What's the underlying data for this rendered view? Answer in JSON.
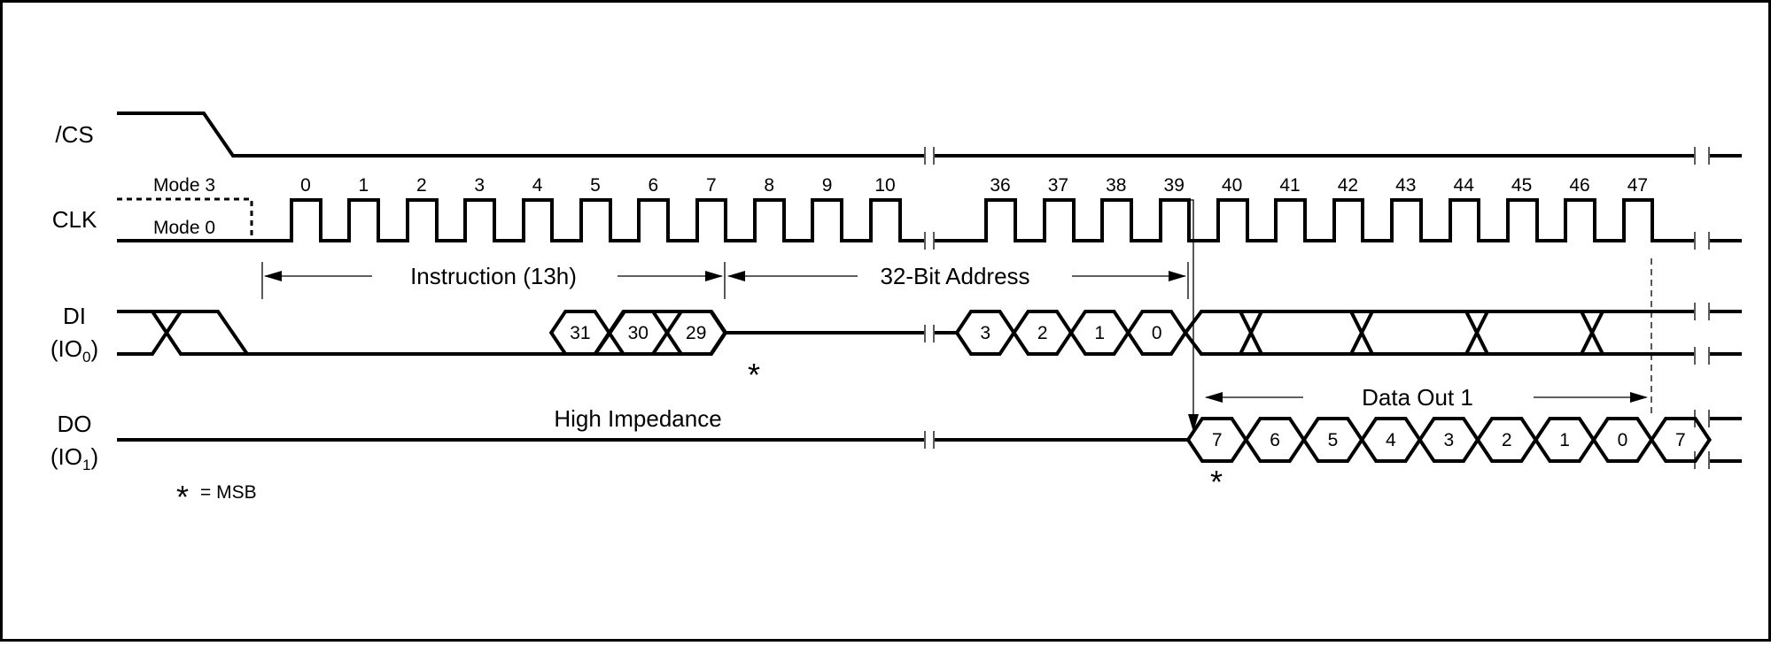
{
  "signals": {
    "cs": "/CS",
    "clk": "CLK",
    "di": "DI",
    "di_io": "(IO",
    "di_sub": "0",
    "di_close": ")",
    "do": "DO",
    "do_io": "(IO",
    "do_sub": "1",
    "do_close": ")"
  },
  "modes": {
    "mode3": "Mode 3",
    "mode0": "Mode 0"
  },
  "clock_numbers_a": [
    "0",
    "1",
    "2",
    "3",
    "4",
    "5",
    "6",
    "7",
    "8",
    "9",
    "10"
  ],
  "clock_numbers_b": [
    "36",
    "37",
    "38",
    "39",
    "40",
    "41",
    "42",
    "43",
    "44",
    "45",
    "46",
    "47"
  ],
  "annotations": {
    "instruction": "Instruction (13h)",
    "address": "32-Bit Address",
    "data_out": "Data Out 1",
    "high_impedance": "High Impedance",
    "msb_legend": "= MSB",
    "star": "*"
  },
  "di_bits_a": [
    "31",
    "30",
    "29"
  ],
  "di_bits_b": [
    "3",
    "2",
    "1",
    "0"
  ],
  "do_bits": [
    "7",
    "6",
    "5",
    "4",
    "3",
    "2",
    "1",
    "0",
    "7"
  ]
}
